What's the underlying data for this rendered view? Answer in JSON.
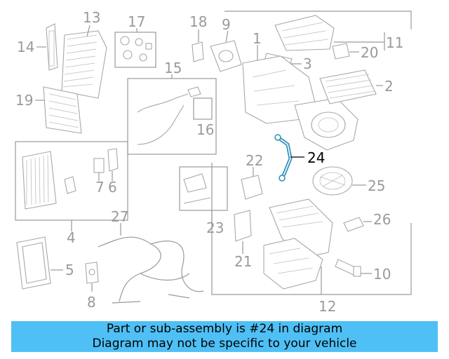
{
  "callouts": {
    "c1": "1",
    "c2": "2",
    "c3": "3",
    "c4": "4",
    "c5": "5",
    "c6": "6",
    "c7": "7",
    "c8": "8",
    "c9": "9",
    "c10": "10",
    "c11": "11",
    "c12": "12",
    "c13": "13",
    "c14": "14",
    "c15": "15",
    "c16": "16",
    "c17": "17",
    "c18": "18",
    "c19": "19",
    "c20": "20",
    "c21": "21",
    "c22": "22",
    "c23": "23",
    "c24": "24",
    "c25": "25",
    "c26": "26",
    "c27": "27"
  },
  "highlighted_part": "24",
  "colors": {
    "highlight": "#2a8fb8",
    "banner": "#4fc0f5",
    "lines": "#9a9a9a"
  },
  "banner": {
    "line1": "Part or sub-assembly is #24 in diagram",
    "line2": "Diagram may not be specific to your vehicle"
  }
}
